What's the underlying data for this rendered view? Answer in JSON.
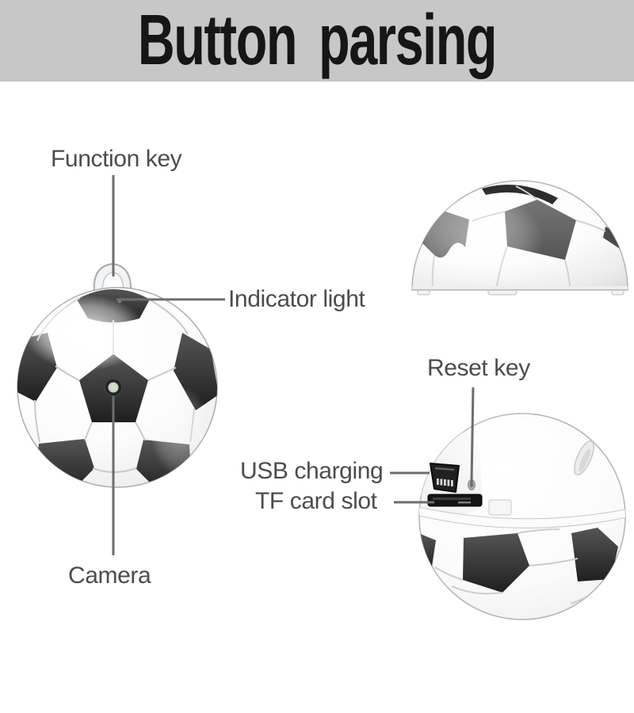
{
  "header": {
    "title": "Button parsing"
  },
  "labels": {
    "function_key": "Function key",
    "indicator_light": "Indicator light",
    "reset_key": "Reset key",
    "usb_charging": "USB charging",
    "tf_card_slot": "TF card slot",
    "camera": "Camera"
  },
  "colors": {
    "banner_background": "#c7c7c7",
    "title_text": "#161616",
    "label_text": "#4c4c4c",
    "leader_line": "#6d6d6d",
    "ball_patch_dark": "#2b2b2b",
    "dome_patch_gray": "#636363",
    "camera_lens_green": "#d2e4c8"
  }
}
